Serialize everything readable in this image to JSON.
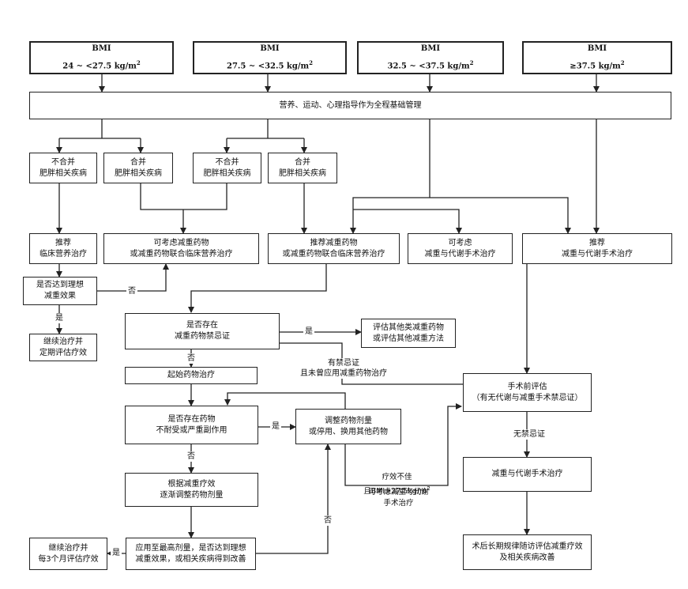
{
  "bmi_boxes": [
    {
      "title": "BMI",
      "range": "24 ~ <27.5 kg/m",
      "sup": "2"
    },
    {
      "title": "BMI",
      "range": "27.5 ~ <32.5 kg/m",
      "sup": "2"
    },
    {
      "title": "BMI",
      "range": "32.5 ~ <37.5 kg/m",
      "sup": "2"
    },
    {
      "title": "BMI",
      "range": "≥37.5 kg/m",
      "sup": "2"
    }
  ],
  "base_management": "营养、运动、心理指导作为全程基础管理",
  "comorbidity": {
    "no_1": "不合并\n肥胖相关疾病",
    "yes_1": "合并\n肥胖相关疾病",
    "no_2": "不合并\n肥胖相关疾病",
    "yes_2": "合并\n肥胖相关疾病"
  },
  "recommend_nutrition": "推荐\n临床营养治疗",
  "consider_drug": "可考虑减重药物\n或减重药物联合临床营养治疗",
  "recommend_drug": "推荐减重药物\n或减重药物联合临床营养治疗",
  "consider_surgery": "可考虑\n减重与代谢手术治疗",
  "recommend_surgery": "推荐\n减重与代谢手术治疗",
  "ideal_effect": "是否达到理想\n减重效果",
  "continue_followup": "继续治疗并\n定期评估疗效",
  "contraindication": "是否存在\n减重药物禁忌证",
  "evaluate_other": "评估其他类减重药物\n或评估其他减重方法",
  "start_drug": "起始药物治疗",
  "intolerance": "是否存在药物\n不耐受或严重副作用",
  "adjust_dose": "调整药物剂量\n或停用、换用其他药物",
  "gradual_adjust": "根据减重疗效\n逐渐调整药物剂量",
  "max_dose": "应用至最高剂量，是否达到理想\n减重效果，或相关疾病得到改善",
  "continue_3m": "继续治疗并\n每3个月评估疗效",
  "preop_eval": "手术前评估\n（有无代谢与减重手术禁忌证）",
  "surgery": "减重与代谢手术治疗",
  "postop": "术后长期规律随访评估减重疗效\n及相关疾病改善",
  "labels": {
    "yes": "是",
    "no": "否",
    "contra_note": "有禁忌证\n且未曾应用减重药物治疗",
    "no_contra": "无禁忌证",
    "poor_effect": "疗效不佳\n且BMI≥27.5kg/m",
    "poor_effect_sup": "2",
    "poor_effect_2": "可考虑减重与代谢\n手术治疗"
  }
}
